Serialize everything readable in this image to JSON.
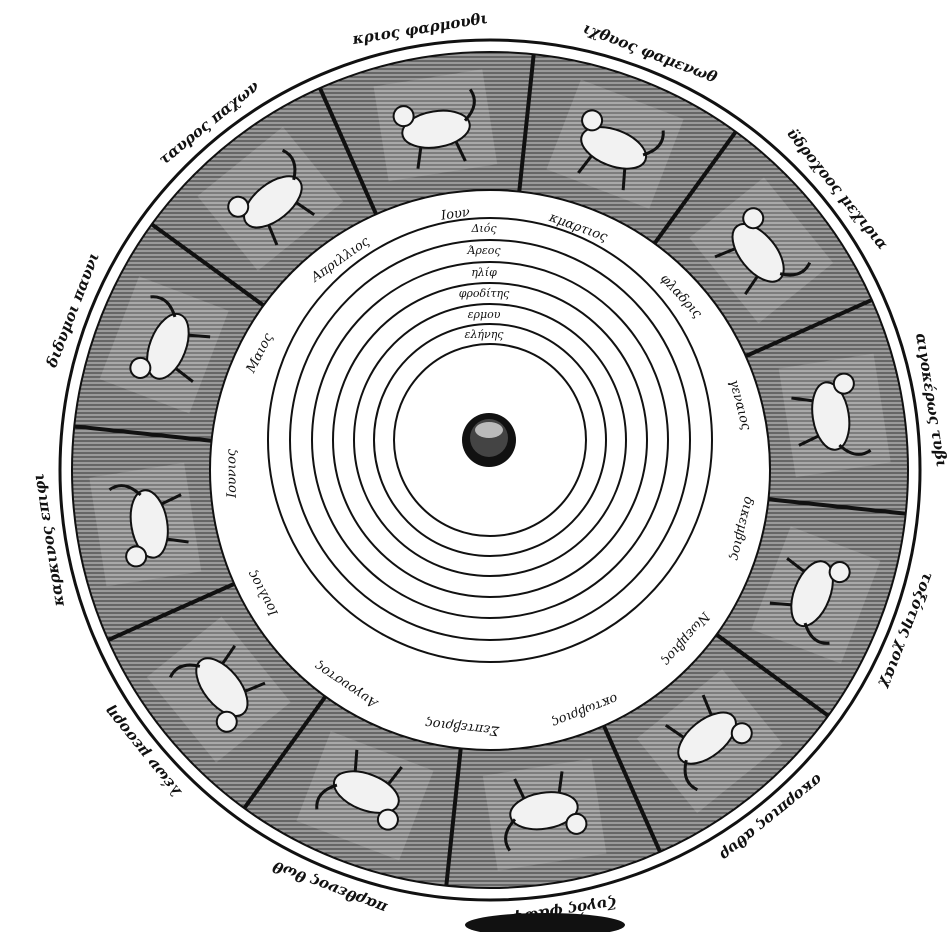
{
  "diagram": {
    "planet_rings": [
      "Διός",
      "Άρεος",
      "ηλίφ",
      "φροδίτης",
      "ερμου",
      "ελήνης"
    ],
    "month_labels": [
      "κμαρτιος",
      "φλαδρις",
      "γεναιος",
      "δικεμβιος",
      "Νωεμβιος",
      "οκτωβριος",
      "Σεπτεβριος",
      "Αυγουστος",
      "Ιουλιος",
      "Ιουνιος",
      "Μαιος",
      "Απριλλιος",
      "Ιουν"
    ],
    "zodiac": [
      {
        "sign": "Ichthyes",
        "figure": "fish-pair-icon",
        "outer_label": "ιχθυος φαμενωθ"
      },
      {
        "sign": "Hydrochoos",
        "figure": "water-bearer-icon",
        "outer_label": "ϋδροχοος μεχιρια"
      },
      {
        "sign": "Aigokeros",
        "figure": "goat-icon",
        "outer_label": "αιγοκέρως τυβι"
      },
      {
        "sign": "Toxotes",
        "figure": "archer-centaur-icon",
        "outer_label": "τοξότης χοιαχ"
      },
      {
        "sign": "Skorpios",
        "figure": "scorpion-icon",
        "outer_label": "σκορπιος αθυρ"
      },
      {
        "sign": "Zygos",
        "figure": "balance-figure-icon",
        "outer_label": "ζυγός φαωφι"
      },
      {
        "sign": "Parthenos",
        "figure": "maiden-icon",
        "outer_label": "παρθενος θωθ"
      },
      {
        "sign": "Leon",
        "figure": "lion-icon",
        "outer_label": "λέων μεσορη"
      },
      {
        "sign": "Karkinos",
        "figure": "crab-icon",
        "outer_label": "καρκινος επιφι"
      },
      {
        "sign": "Didymoi",
        "figure": "twins-icon",
        "outer_label": "διδυμοι παυνι"
      },
      {
        "sign": "Tauros",
        "figure": "bull-icon",
        "outer_label": "ταυρος παχων"
      },
      {
        "sign": "Krios",
        "figure": "ram-icon",
        "outer_label": "κριος φαρμουθι"
      }
    ]
  }
}
